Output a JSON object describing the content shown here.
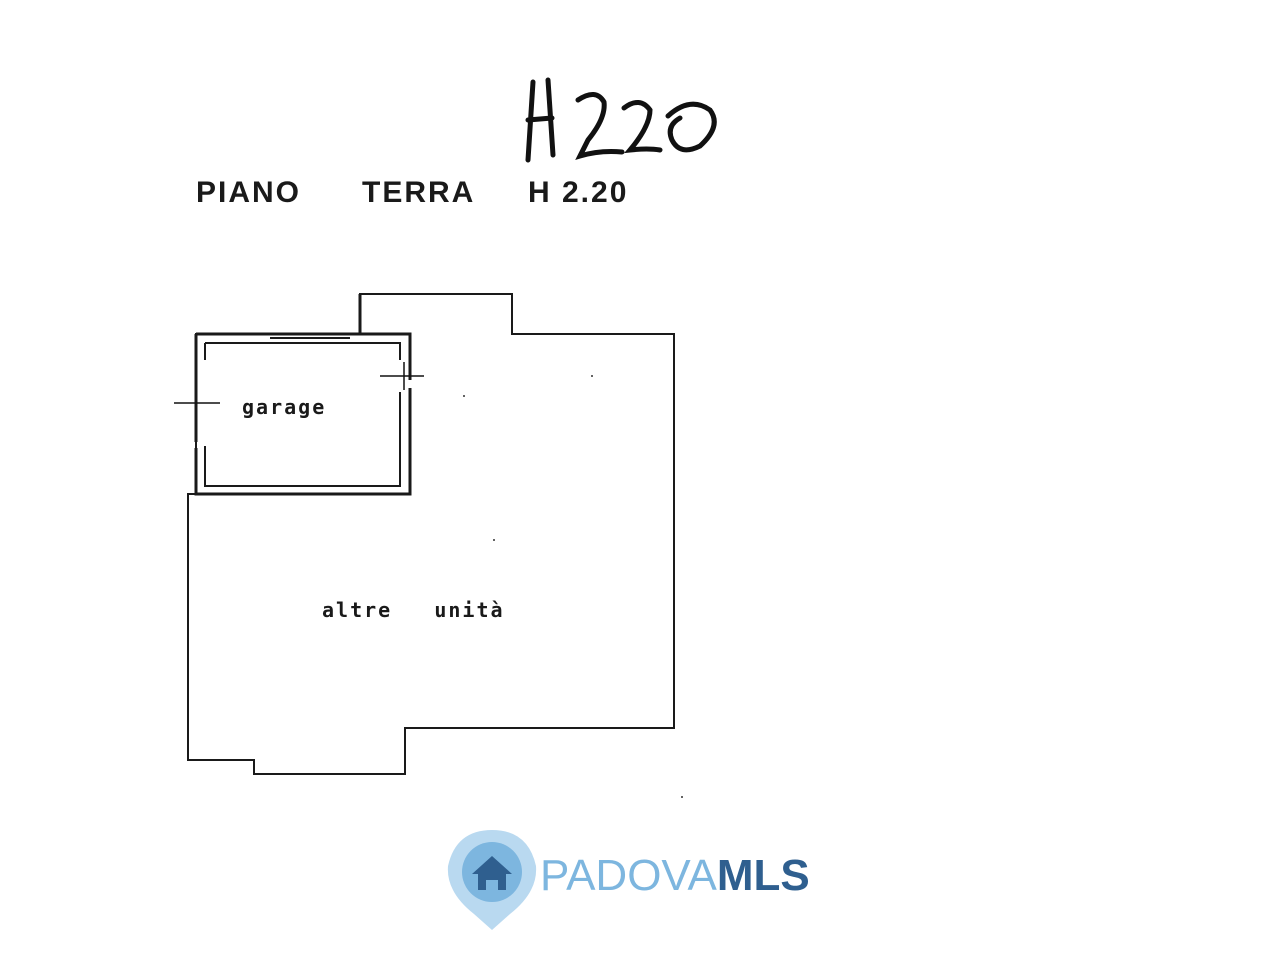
{
  "handwritten_height": "H 220",
  "floor_title": {
    "piano": "PIANO",
    "terra": "TERRA",
    "height": "H 2.20"
  },
  "rooms": {
    "garage": "garage",
    "others": "altre   unità"
  },
  "logo": {
    "part1": "PADOVA",
    "part2": "MLS",
    "icon": "home-pin-icon",
    "colors": {
      "light": "#7db6df",
      "dark": "#2f5f8f",
      "pin": "#b9d9f0"
    }
  }
}
